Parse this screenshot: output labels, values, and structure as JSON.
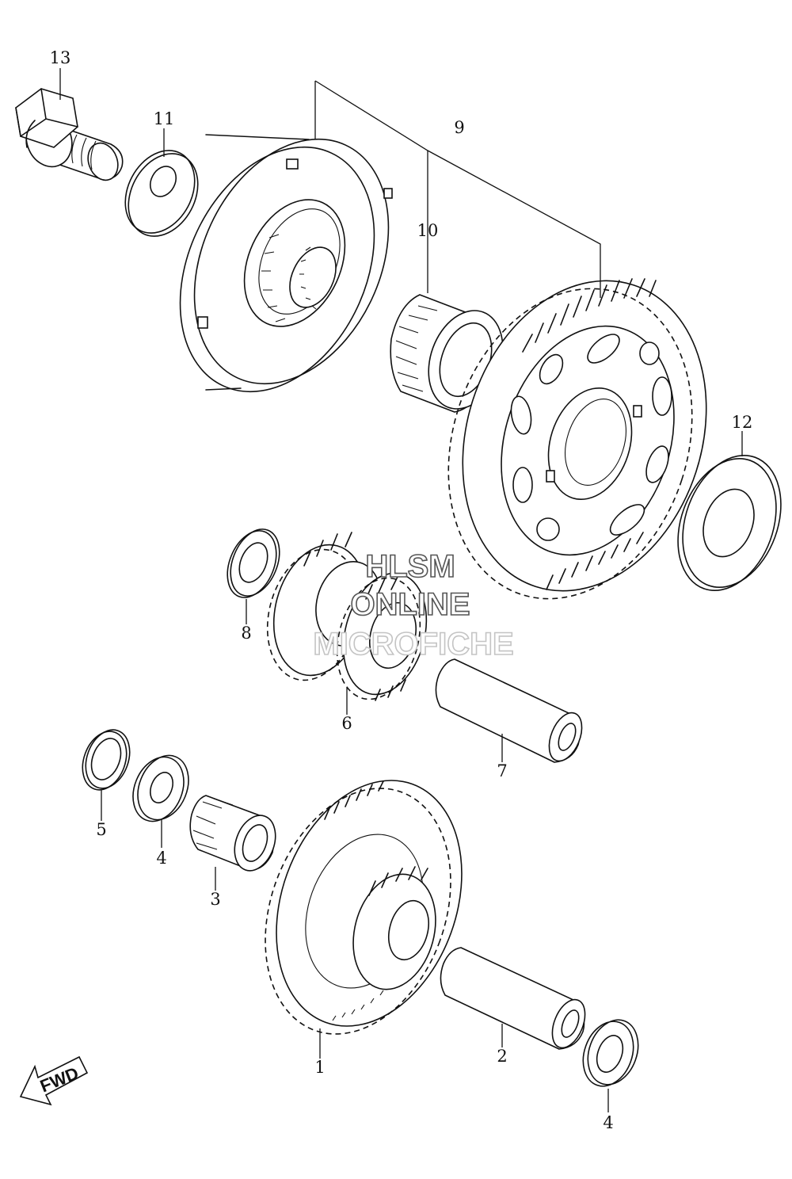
{
  "callouts": {
    "c1": "1",
    "c2": "2",
    "c3": "3",
    "c4a": "4",
    "c4b": "4",
    "c5": "5",
    "c6": "6",
    "c7": "7",
    "c8": "8",
    "c9": "9",
    "c10": "10",
    "c11": "11",
    "c12": "12",
    "c13": "13"
  },
  "watermark": {
    "line1": "HLSM",
    "line2": "ONLINE",
    "line3": "MICROFICHE"
  },
  "direction": {
    "label": "FWD"
  }
}
